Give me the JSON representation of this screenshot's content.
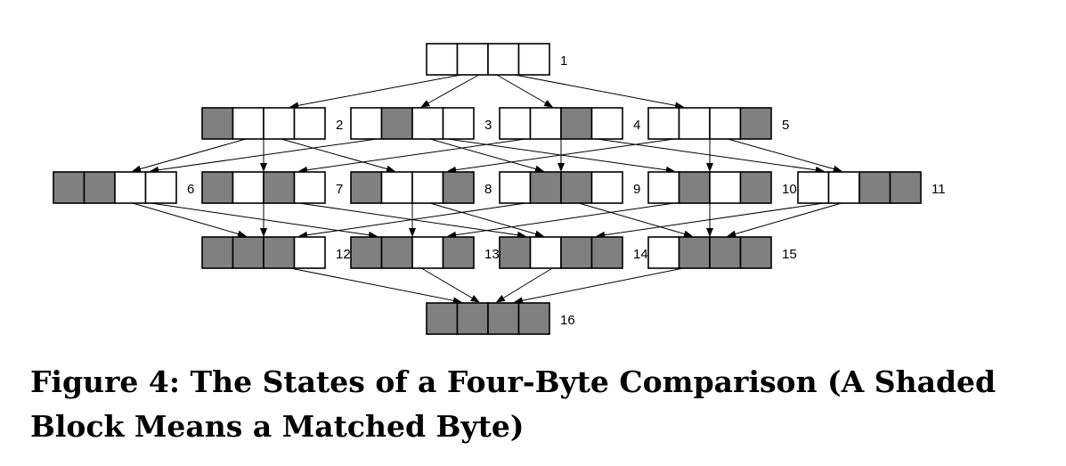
{
  "figure": {
    "caption": "Figure 4: The States of a Four-Byte Comparison (A Shaded Block Means a Matched Byte)"
  },
  "colors": {
    "shaded": "#808080",
    "unshaded": "#ffffff",
    "line": "#000000"
  },
  "states": [
    {
      "id": 1,
      "label": "1",
      "bytes": [
        0,
        0,
        0,
        0
      ]
    },
    {
      "id": 2,
      "label": "2",
      "bytes": [
        1,
        0,
        0,
        0
      ]
    },
    {
      "id": 3,
      "label": "3",
      "bytes": [
        0,
        1,
        0,
        0
      ]
    },
    {
      "id": 4,
      "label": "4",
      "bytes": [
        0,
        0,
        1,
        0
      ]
    },
    {
      "id": 5,
      "label": "5",
      "bytes": [
        0,
        0,
        0,
        1
      ]
    },
    {
      "id": 6,
      "label": "6",
      "bytes": [
        1,
        1,
        0,
        0
      ]
    },
    {
      "id": 7,
      "label": "7",
      "bytes": [
        1,
        0,
        1,
        0
      ]
    },
    {
      "id": 8,
      "label": "8",
      "bytes": [
        1,
        0,
        0,
        1
      ]
    },
    {
      "id": 9,
      "label": "9",
      "bytes": [
        0,
        1,
        1,
        0
      ]
    },
    {
      "id": 10,
      "label": "10",
      "bytes": [
        0,
        1,
        0,
        1
      ]
    },
    {
      "id": 11,
      "label": "11",
      "bytes": [
        0,
        0,
        1,
        1
      ]
    },
    {
      "id": 12,
      "label": "12",
      "bytes": [
        1,
        1,
        1,
        0
      ]
    },
    {
      "id": 13,
      "label": "13",
      "bytes": [
        1,
        1,
        0,
        1
      ]
    },
    {
      "id": 14,
      "label": "14",
      "bytes": [
        1,
        0,
        1,
        1
      ]
    },
    {
      "id": 15,
      "label": "15",
      "bytes": [
        0,
        1,
        1,
        1
      ]
    },
    {
      "id": 16,
      "label": "16",
      "bytes": [
        1,
        1,
        1,
        1
      ]
    }
  ],
  "transitions": [
    [
      1,
      2
    ],
    [
      1,
      3
    ],
    [
      1,
      4
    ],
    [
      1,
      5
    ],
    [
      2,
      6
    ],
    [
      2,
      7
    ],
    [
      2,
      8
    ],
    [
      3,
      6
    ],
    [
      3,
      9
    ],
    [
      3,
      10
    ],
    [
      4,
      7
    ],
    [
      4,
      9
    ],
    [
      4,
      11
    ],
    [
      5,
      8
    ],
    [
      5,
      10
    ],
    [
      5,
      11
    ],
    [
      6,
      12
    ],
    [
      6,
      13
    ],
    [
      7,
      12
    ],
    [
      7,
      14
    ],
    [
      8,
      13
    ],
    [
      8,
      14
    ],
    [
      9,
      12
    ],
    [
      9,
      15
    ],
    [
      10,
      13
    ],
    [
      10,
      15
    ],
    [
      11,
      14
    ],
    [
      11,
      15
    ],
    [
      12,
      16
    ],
    [
      13,
      16
    ],
    [
      14,
      16
    ],
    [
      15,
      16
    ]
  ]
}
